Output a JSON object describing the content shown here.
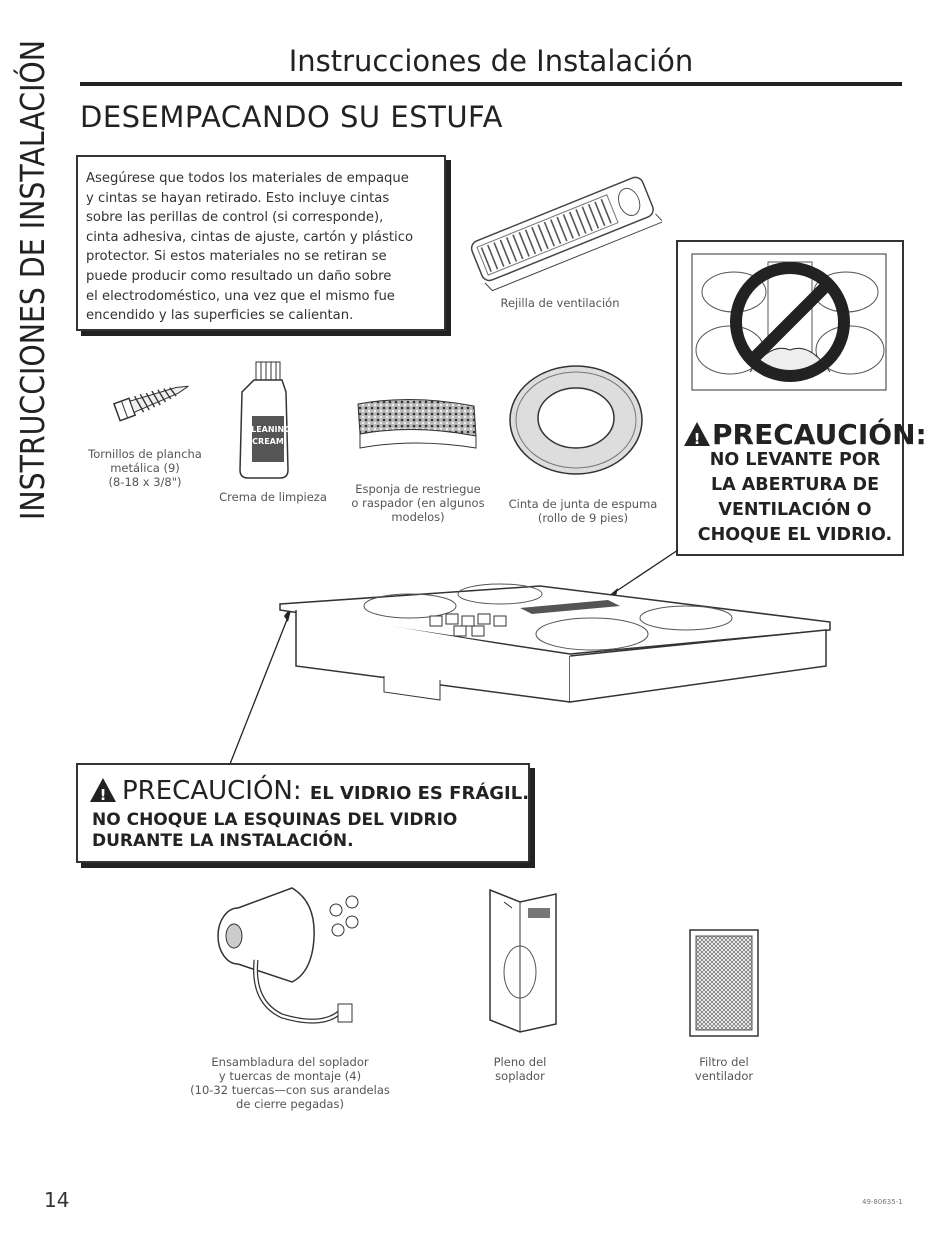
{
  "side_title": "INSTRUCCIONES DE INSTALACIÓN",
  "header": {
    "title": "Instrucciones de Instalación"
  },
  "section_title": "DESEMPACANDO SU ESTUFA",
  "note": [
    "Asegúrese que todos los materiales de empaque",
    "y cintas se hayan retirado. Esto incluye cintas",
    "sobre las perillas de control (si corresponde),",
    "cinta adhesiva, cintas de ajuste, cartón y plástico",
    "protector. Si estos materiales no se retiran se",
    "puede producir como resultado un daño sobre",
    "el electrodoméstico, una vez que el mismo fue",
    "encendido y las superficies se calientan."
  ],
  "parts": {
    "vent_grille": "Rejilla de ventilación",
    "screws": [
      "Tornillos de plancha",
      "metálica (9)",
      "(8-18 x 3/8\")"
    ],
    "cream": "Crema de limpieza",
    "cream_label": [
      "CLEANING",
      "CREAM"
    ],
    "sponge": [
      "Esponja de restriegue",
      "o raspador (en algunos",
      "modelos)"
    ],
    "tape": [
      "Cinta de junta de espuma",
      "(rollo de 9 pies)"
    ],
    "blower": [
      "Ensambladura del soplador",
      "y tuercas de montaje (4)",
      "(10-32 tuercas—con sus arandelas",
      "de cierre pegadas)"
    ],
    "plenum": [
      "Pleno del",
      "soplador"
    ],
    "filter": [
      "Filtro del",
      "ventilador"
    ]
  },
  "precaution_right": {
    "title": "PRECAUCIÓN:",
    "body": [
      "NO LEVANTE POR",
      "LA ABERTURA DE",
      "VENTILACIÓN O",
      "CHOQUE EL VIDRIO."
    ]
  },
  "precaution_bottom": {
    "title": "PRECAUCIÓN:",
    "title_suffix": "EL VIDRIO ES FRÁGIL.",
    "body": [
      "NO CHOQUE LA ESQUINAS DEL VIDRIO",
      "DURANTE LA INSTALACIÓN."
    ]
  },
  "footer": {
    "page_number": "14",
    "doc_code": "49-80635-1"
  },
  "colors": {
    "ink": "#222222",
    "caption": "#555555"
  }
}
